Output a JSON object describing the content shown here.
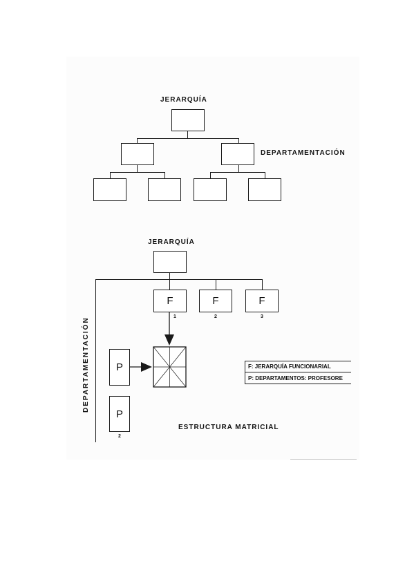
{
  "top": {
    "title": "JERARQUÍA",
    "side_label": "DEPARTAMENTACIÓN"
  },
  "bottom": {
    "title": "JERARQUÍA",
    "vertical_label": "DEPARTAMENTACIÓN",
    "f_boxes": [
      {
        "letter": "F",
        "number": "1"
      },
      {
        "letter": "F",
        "number": "2"
      },
      {
        "letter": "F",
        "number": "3"
      }
    ],
    "p_boxes": [
      {
        "letter": "P",
        "number": ""
      },
      {
        "letter": "P",
        "number": "2"
      }
    ],
    "legend": [
      "F: JERARQUÍA FUNCIONARIAL",
      "P: DEPARTAMENTOS: PROFESORE"
    ],
    "caption": "ESTRUCTURA MATRICIAL"
  }
}
